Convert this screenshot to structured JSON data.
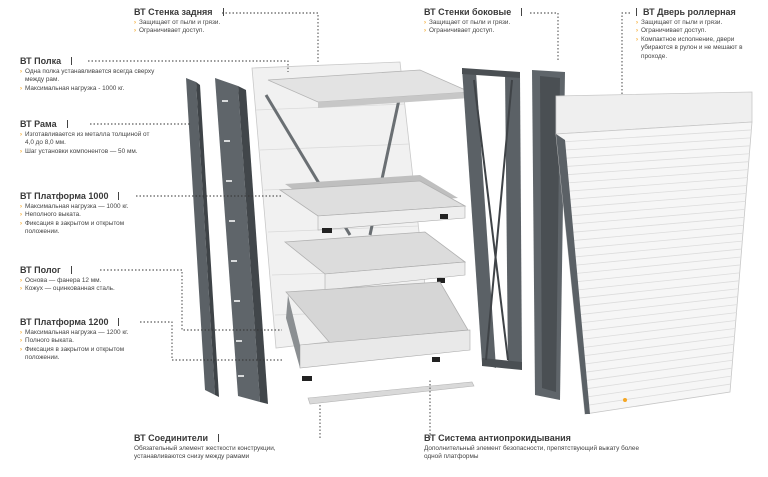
{
  "accent_color": "#f5a623",
  "frame_color": "#5b6166",
  "labels": {
    "wall_back": {
      "title": "ВТ Стенка задняя",
      "items": [
        "Защищает от пыли и грязи.",
        "Ограничивает доступ."
      ]
    },
    "walls_side": {
      "title": "ВТ Стенки боковые",
      "items": [
        "Защищает от пыли и грязи.",
        "Ограничивает доступ."
      ]
    },
    "door": {
      "title": "ВТ Дверь роллерная",
      "items": [
        "Защищает от пыли и грязи.",
        "Ограничивает доступ.",
        "Компактное исполнение, двери убираются в рулон и не мешают в проходе."
      ]
    },
    "shelf": {
      "title": "ВТ Полка",
      "items": [
        "Одна полка устанавливается всегда сверху между рам.",
        "Максимальная нагрузка - 1000 кг."
      ]
    },
    "frame": {
      "title": "ВТ Рама",
      "items": [
        "Изготавливается из металла толщиной от 4,0 до 8,0 мм.",
        "Шаг установки компонентов — 50 мм."
      ]
    },
    "platform1000": {
      "title": "ВТ Платформа 1000",
      "items": [
        "Максимальная нагрузка — 1000 кг.",
        "Неполного выката.",
        "Фиксация в закрытом и открытом положении."
      ]
    },
    "canopy": {
      "title": "ВТ Полог",
      "items": [
        "Основа — фанера 12 мм.",
        "Кожух — оцинкованная сталь."
      ]
    },
    "platform1200": {
      "title": "ВТ Платформа 1200",
      "items": [
        "Максимальная нагрузка — 1200 кг.",
        "Полного выката.",
        "Фиксация в закрытом и открытом положении."
      ]
    },
    "connectors": {
      "title": "ВТ Соединители",
      "text": "Обязательный элемент жесткости конструкции, устанавливаются снизу между рамами"
    },
    "antitip": {
      "title": "ВТ Система антиопрокидывания",
      "text": "Дополнительный элемент безопасности, препятствующий выкату более одной платформы"
    }
  }
}
